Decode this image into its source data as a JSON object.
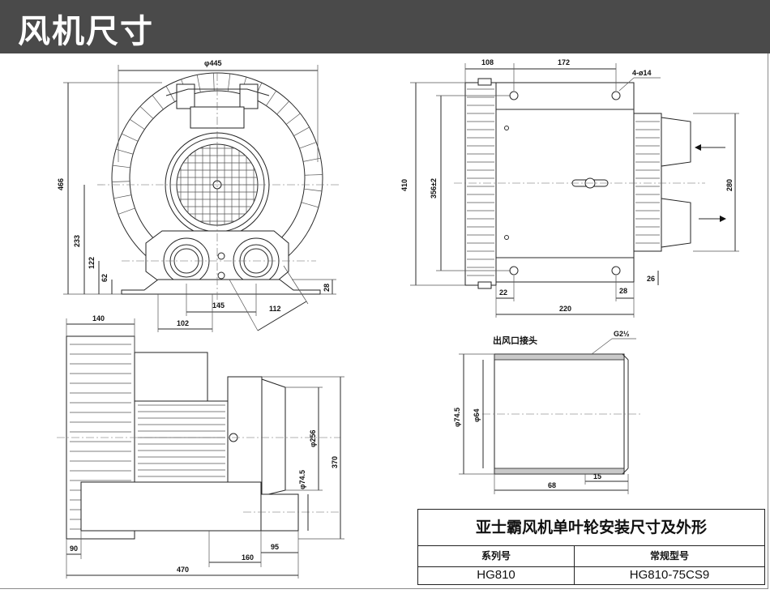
{
  "header": {
    "title": "风机尺寸"
  },
  "front_view": {
    "dims": {
      "width_top": "φ445",
      "height_total": "466",
      "center_height": "233",
      "outlet_height": "122",
      "base_offset": "62",
      "foot_height": "28",
      "port_spacing": "145",
      "foot_spacing": "102",
      "diag": "112"
    }
  },
  "side_view": {
    "dims": {
      "top_a": "108",
      "top_b": "172",
      "holes": "4-ø14",
      "height_total": "410",
      "height_mount": "356±2",
      "port_span": "280",
      "bottom_a": "22",
      "bottom_b": "28",
      "right_offset": "26",
      "length": "220"
    }
  },
  "bottom_view": {
    "dims": {
      "top_width": "140",
      "dia_outlet": "φ256",
      "dia_port": "φ74.5",
      "height": "370",
      "left_offset": "90",
      "mid_a": "160",
      "mid_b": "95",
      "length": "470"
    }
  },
  "connector": {
    "label": "出风口接头",
    "thread": "G2½",
    "dia_outer": "φ74.5",
    "dia_inner": "φ64",
    "length": "68",
    "thread_len": "15"
  },
  "spec_table": {
    "title": "亚士霸风机单叶轮安装尺寸及外形",
    "headers": [
      "系列号",
      "常规型号"
    ],
    "row": [
      "HG810",
      "HG810-75CS9"
    ]
  }
}
